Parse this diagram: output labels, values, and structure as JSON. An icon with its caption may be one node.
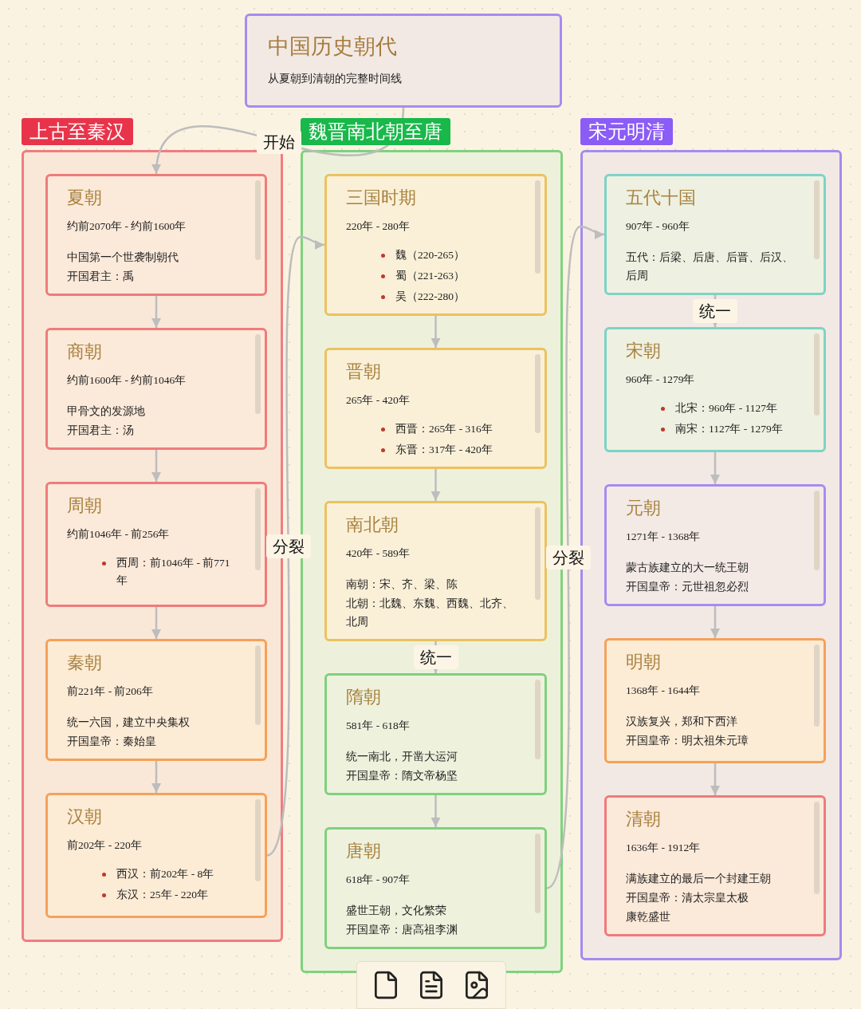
{
  "diagram": {
    "nodes": [
      {
        "text": [
          "中国历史朝代",
          "从夏朝到清朝的完整时间线"
        ]
      },
      {
        "text": [
          "上古至秦汉"
        ]
      },
      {
        "text": [
          "夏朝",
          "约前2070年 - 约前1600年",
          "中国第一个世袭制朝代",
          "开国君主：禹"
        ],
        "in": 1
      },
      {
        "text": [
          "商朝",
          "约前1600年 - 约前1046年",
          "甲骨文的发源地",
          "开国君主：汤"
        ],
        "in": 1
      },
      {
        "text": [
          "周朝",
          "约前1046年 - 前256年",
          "西周：前1046年 - 前771年"
        ],
        "in": 1
      },
      {
        "text": [
          "秦朝",
          "前221年 - 前206年",
          "统一六国，建立中央集权",
          "开国皇帝：秦始皇"
        ],
        "in": 1
      },
      {
        "text": [
          "汉朝",
          "前202年 - 220年",
          "西汉：前202年 - 8年",
          "东汉：25年 - 220年"
        ],
        "in": 1
      },
      {
        "text": [
          "魏晋南北朝至唐"
        ]
      },
      {
        "text": [
          "三国时期",
          "220年 - 280年",
          "魏（220-265）",
          "蜀（221-263）",
          "吴（222-280）"
        ],
        "in": 7
      },
      {
        "text": [
          "晋朝",
          "265年 - 420年",
          "西晋：265年 - 316年",
          "东晋：317年 - 420年"
        ],
        "in": 7
      },
      {
        "text": [
          "南北朝",
          "420年 - 589年",
          "南朝：宋、齐、梁、陈",
          "北朝：北魏、东魏、西魏、北齐、北周"
        ],
        "in": 7
      },
      {
        "text": [
          "隋朝",
          "581年 - 618年",
          "统一南北，开凿大运河",
          "开国皇帝：隋文帝杨坚"
        ],
        "in": 7
      },
      {
        "text": [
          "唐朝",
          "618年 - 907年",
          "盛世王朝，文化繁荣",
          "开国皇帝：唐高祖李渊"
        ],
        "in": 7
      },
      {
        "text": [
          "宋元明清"
        ]
      },
      {
        "text": [
          "五代十国",
          "907年 - 960年",
          "五代：后梁、后唐、后晋、后汉、后周"
        ],
        "in": 13
      },
      {
        "text": [
          "宋朝",
          "960年 - 1279年",
          "北宋：960年 - 1127年",
          "南宋：1127年 - 1279年"
        ],
        "in": 13
      },
      {
        "text": [
          "元朝",
          "1271年 - 1368年",
          "蒙古族建立的大一统王朝",
          "开国皇帝：元世祖忽必烈"
        ],
        "in": 13
      },
      {
        "text": [
          "明朝",
          "1368年 - 1644年",
          "汉族复兴，郑和下西洋",
          "开国皇帝：明太祖朱元璋"
        ],
        "in": 13
      },
      {
        "text": [
          "清朝",
          "1636年 - 1912年",
          "满族建立的最后一个封建王朝",
          "开国皇帝：清太宗皇太极",
          "康乾盛世"
        ],
        "in": 13
      }
    ],
    "edges": [
      {
        "from": 0,
        "to": 2,
        "arrow": "to",
        "label": "开始"
      },
      {
        "from": 2,
        "to": 3,
        "arrow": "to"
      },
      {
        "from": 3,
        "to": 4,
        "arrow": "to"
      },
      {
        "from": 4,
        "to": 5,
        "arrow": "to"
      },
      {
        "from": 5,
        "to": 6,
        "arrow": "to"
      },
      {
        "from": 6,
        "to": 8,
        "arrow": "to",
        "label": "分裂"
      },
      {
        "from": 8,
        "to": 9,
        "arrow": "to"
      },
      {
        "from": 9,
        "to": 10,
        "arrow": "to"
      },
      {
        "from": 10,
        "to": 11,
        "arrow": "to",
        "label": "统一"
      },
      {
        "from": 11,
        "to": 12,
        "arrow": "to"
      },
      {
        "from": 12,
        "to": 14,
        "arrow": "to",
        "label": "分裂"
      },
      {
        "from": 14,
        "to": 15,
        "arrow": "to",
        "label": "统一"
      },
      {
        "from": 15,
        "to": 16,
        "arrow": "to"
      },
      {
        "from": 16,
        "to": 17,
        "arrow": "to"
      },
      {
        "from": 17,
        "to": 18,
        "arrow": "to"
      }
    ]
  }
}
